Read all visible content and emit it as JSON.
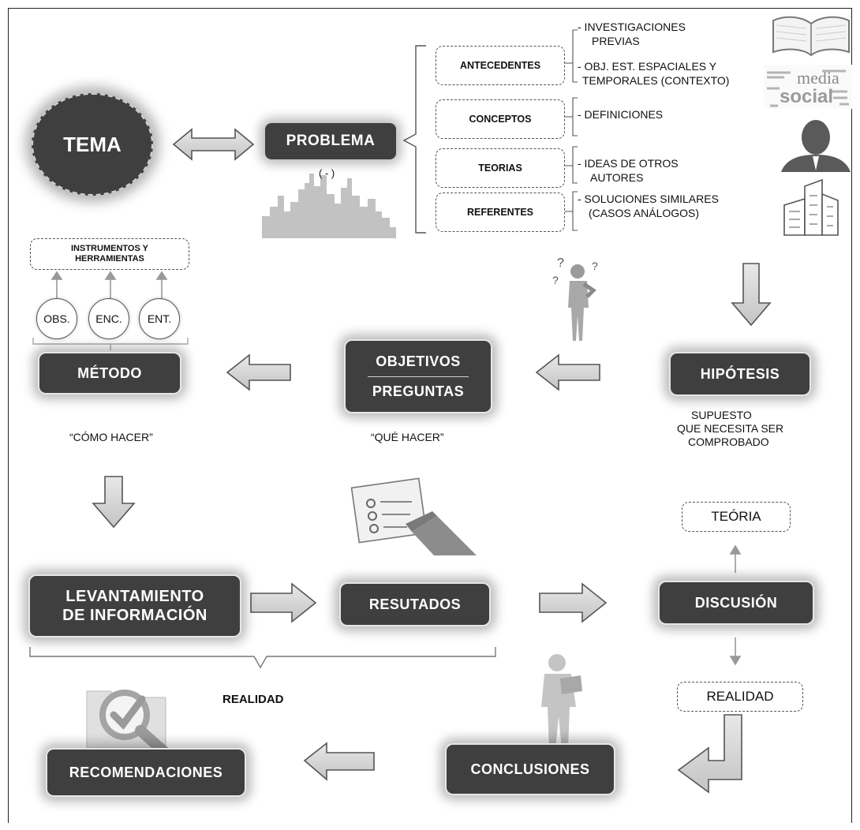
{
  "tema": "TEMA",
  "problema": {
    "label": "PROBLEMA",
    "note": "( - )"
  },
  "branches": [
    {
      "label": "ANTECEDENTES",
      "notes": [
        "- INVESTIGACIONES",
        "PREVIAS",
        "- OBJ. EST. ESPACIALES Y",
        "TEMPORALES (CONTEXTO)"
      ]
    },
    {
      "label": "CONCEPTOS",
      "notes": [
        "- DEFINICIONES"
      ]
    },
    {
      "label": "TEORIAS",
      "notes": [
        "- IDEAS DE OTROS",
        "AUTORES"
      ]
    },
    {
      "label": "REFERENTES",
      "notes": [
        "- SOLUCIONES SIMILARES",
        "(CASOS ANÁLOGOS)"
      ]
    }
  ],
  "instrumentos": {
    "line1": "INSTRUMENTOS Y",
    "line2": "HERRAMIENTAS"
  },
  "tools": [
    "OBS.",
    "ENC.",
    "ENT."
  ],
  "metodo": {
    "label": "MÉTODO",
    "note": "“CÓMO HACER”"
  },
  "objetivos": {
    "line1": "OBJETIVOS",
    "line2": "PREGUNTAS",
    "note": "“QUÉ HACER”"
  },
  "hipotesis": {
    "label": "HIPÓTESIS",
    "note1": "SUPUESTO",
    "note2": "QUE NECESITA SER",
    "note3": "COMPROBADO"
  },
  "levantamiento": {
    "line1": "LEVANTAMIENTO",
    "line2": "DE INFORMACIÓN"
  },
  "resultados": "RESUTADOS",
  "discusion": "DISCUSIÓN",
  "teoria": "TEÓRIA",
  "realidad_box": "REALIDAD",
  "realidad_brace": "REALIDAD",
  "conclusiones": "CONCLUSIONES",
  "recomendaciones": "RECOMENDACIONES",
  "wordcloud_media": "media",
  "wordcloud_social": "social",
  "icons": [
    "book-icon",
    "word-cloud-icon",
    "person-silhouette-icon",
    "buildings-icon",
    "city-skyline-icon",
    "thinking-person-icon",
    "checklist-icon",
    "search-check-icon",
    "reading-person-icon"
  ],
  "colors": {
    "node": "#3f3f3f",
    "arrow_fill": "#d4d4d4",
    "arrow_stroke": "#555555",
    "silhouette": "#bdbdbd"
  }
}
